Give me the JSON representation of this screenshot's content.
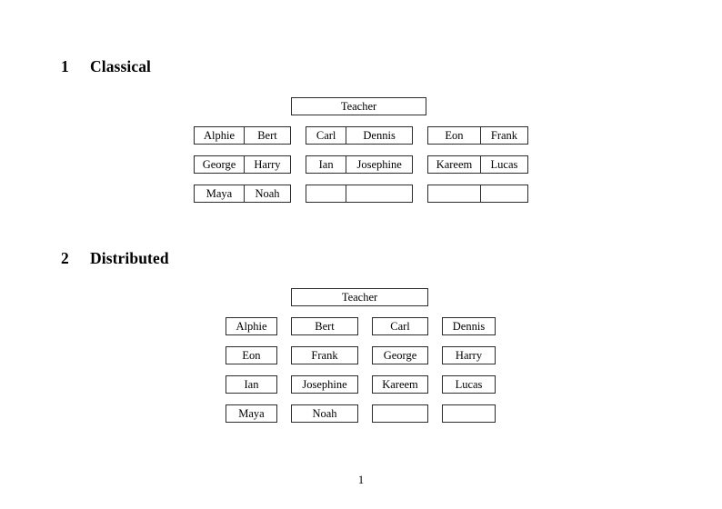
{
  "document": {
    "page_number": "1",
    "border_color": "#2b2b2b",
    "text_color": "#000000",
    "background": "#ffffff"
  },
  "sections": [
    {
      "number": "1",
      "title": "Classical",
      "teacher": {
        "label": "Teacher"
      },
      "groups": [
        {
          "rows": [
            {
              "left": "Alphie",
              "right": "Bert"
            },
            {
              "left": "George",
              "right": "Harry"
            },
            {
              "left": "Maya",
              "right": "Noah"
            }
          ]
        },
        {
          "rows": [
            {
              "left": "Carl",
              "right": "Dennis"
            },
            {
              "left": "Ian",
              "right": "Josephine"
            },
            {
              "left": "",
              "right": ""
            }
          ]
        },
        {
          "rows": [
            {
              "left": "Eon",
              "right": "Frank"
            },
            {
              "left": "Kareem",
              "right": "Lucas"
            },
            {
              "left": "",
              "right": ""
            }
          ]
        }
      ]
    },
    {
      "number": "2",
      "title": "Distributed",
      "teacher": {
        "label": "Teacher"
      },
      "rows": [
        {
          "c1": "Alphie",
          "c2": "Bert",
          "c3": "Carl",
          "c4": "Dennis"
        },
        {
          "c1": "Eon",
          "c2": "Frank",
          "c3": "George",
          "c4": "Harry"
        },
        {
          "c1": "Ian",
          "c2": "Josephine",
          "c3": "Kareem",
          "c4": "Lucas"
        },
        {
          "c1": "Maya",
          "c2": "Noah",
          "c3": "",
          "c4": ""
        }
      ]
    }
  ]
}
